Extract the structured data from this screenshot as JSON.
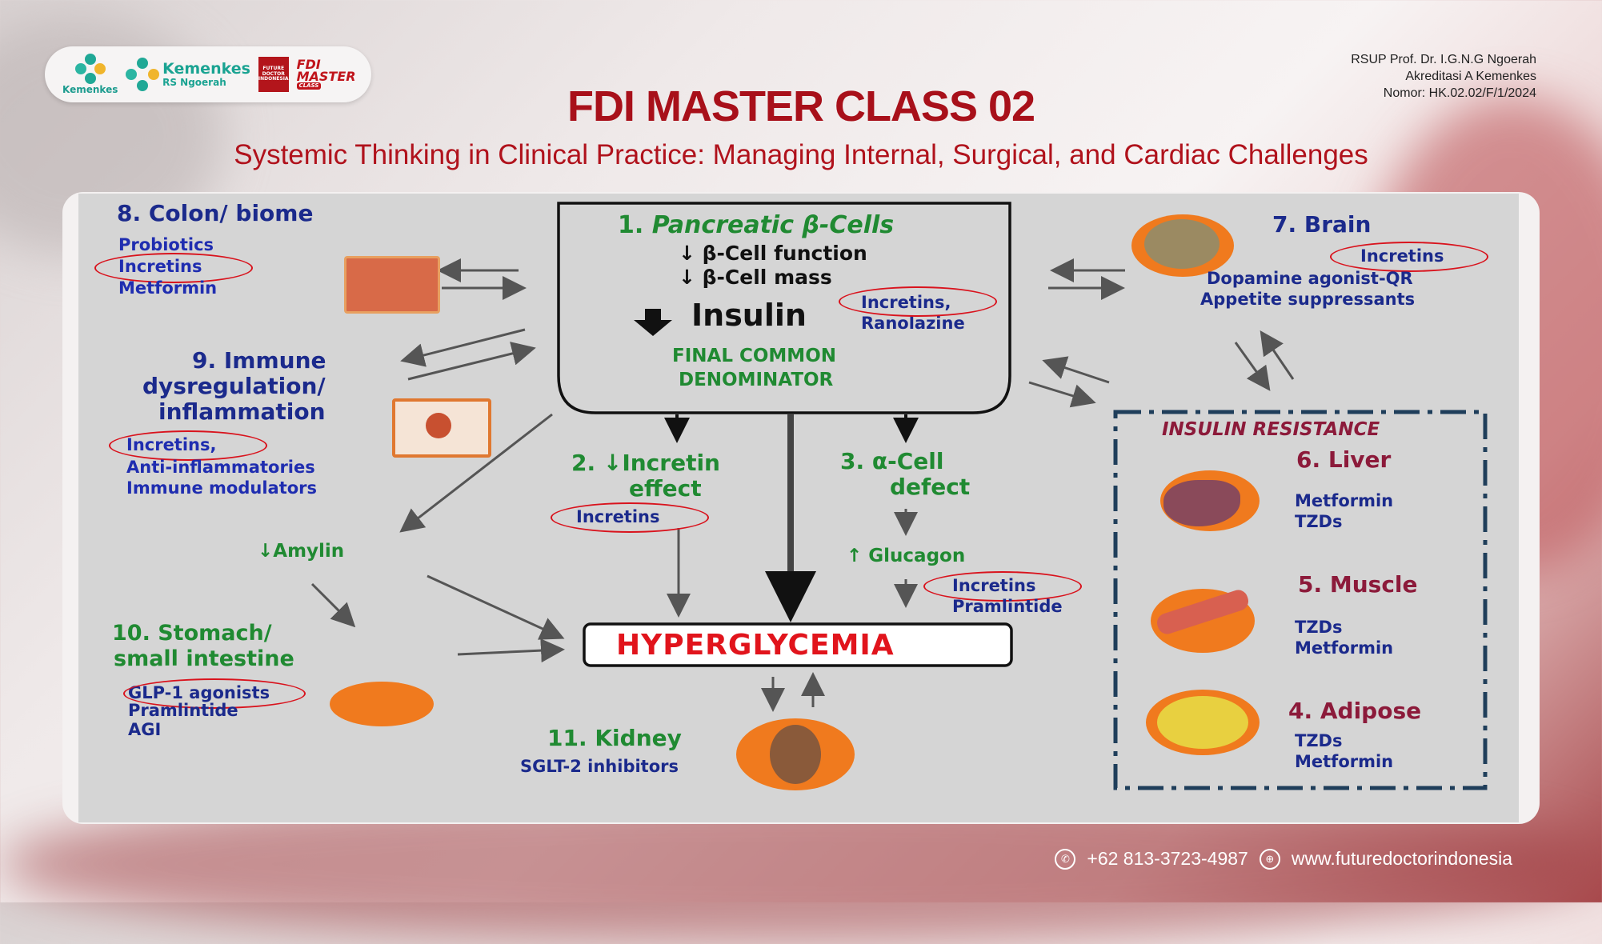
{
  "header": {
    "logo_kemenkes_small": "Kemenkes",
    "logo_kemenkes": "Kemenkes",
    "logo_rs": "RS Ngoerah",
    "logo_fdi_box": "FUTURE DOCTOR INDONESIA",
    "logo_fdi_master": "FDI MASTER",
    "logo_fdi_class": "CLASS",
    "accreditation": [
      "RSUP Prof. Dr. I.G.N.G Ngoerah",
      "Akreditasi A Kemenkes",
      "Nomor: HK.02.02/F/1/2024"
    ],
    "title": "FDI MASTER CLASS 02",
    "subtitle": "Systemic Thinking in Clinical Practice: Managing Internal, Surgical, and Cardiac Challenges"
  },
  "diagram": {
    "pancreas": {
      "title_num": "1.",
      "title": "Pancreatic β-Cells",
      "lines": [
        "↓ β-Cell function",
        "↓ β-Cell mass"
      ],
      "insulin": "Insulin",
      "drugs": [
        "Incretins,",
        "Ranolazine"
      ],
      "final": [
        "FINAL COMMON",
        "DENOMINATOR"
      ]
    },
    "colon": {
      "title": "8. Colon/ biome",
      "drugs": [
        "Probiotics",
        "Incretins",
        "Metformin"
      ]
    },
    "immune": {
      "title": [
        "9.  Immune",
        "dysregulation/",
        "inflammation"
      ],
      "drugs": [
        "Incretins,",
        "Anti-inflammatories",
        "Immune modulators"
      ]
    },
    "amylin": "↓Amylin",
    "stomach": {
      "title": [
        "10. Stomach/",
        "small intestine"
      ],
      "drugs": [
        "GLP-1 agonists",
        "Pramlintide",
        "AGI"
      ]
    },
    "incretin_effect": {
      "title": [
        "2. ↓Incretin",
        "effect"
      ],
      "drug": "Incretins"
    },
    "alpha_cell": {
      "title": [
        "3. α-Cell",
        "defect"
      ],
      "glucagon": "↑ Glucagon",
      "drugs": [
        "Incretins",
        "Pramlintide"
      ]
    },
    "hyperglycemia": "HYPERGLYCEMIA",
    "kidney": {
      "title": "11.  Kidney",
      "drug": "SGLT-2 inhibitors"
    },
    "brain": {
      "title": "7. Brain",
      "drugs": [
        "Incretins",
        "Dopamine agonist-QR",
        "Appetite suppressants"
      ]
    },
    "insulin_resistance": {
      "title": "INSULIN RESISTANCE",
      "liver": {
        "title": "6. Liver",
        "drugs": [
          "Metformin",
          "TZDs"
        ]
      },
      "muscle": {
        "title": "5. Muscle",
        "drugs": [
          "TZDs",
          "Metformin"
        ]
      },
      "adipose": {
        "title": "4. Adipose",
        "drugs": [
          "TZDs",
          "Metformin"
        ]
      }
    }
  },
  "footer": {
    "phone": "+62 813-3723-4987",
    "website": "www.futuredoctorindonesia"
  },
  "colors": {
    "title_red": "#a8101a",
    "navy": "#1b2a8c",
    "green": "#208a32",
    "oval_red": "#d9131d"
  }
}
